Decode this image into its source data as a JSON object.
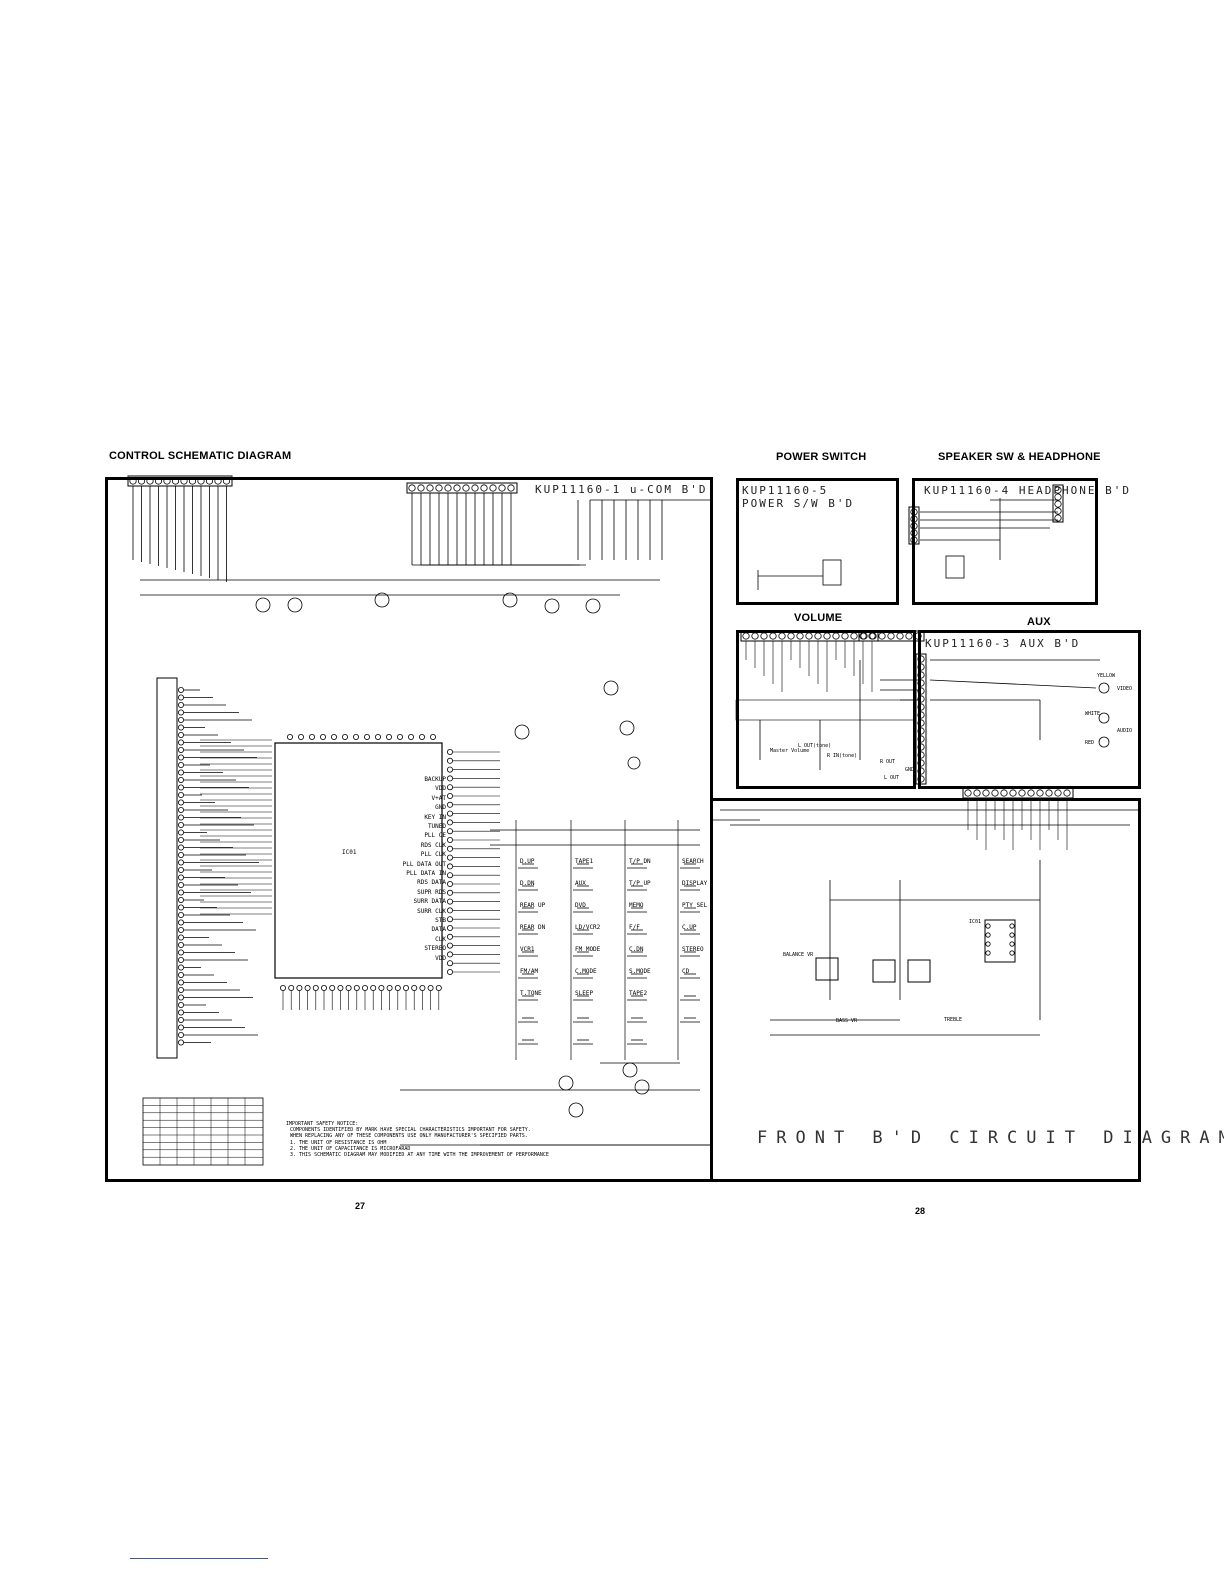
{
  "headings": {
    "control": "CONTROL SCHEMATIC DIAGRAM",
    "power": "POWER SWITCH",
    "speaker": "SPEAKER SW & HEADPHONE",
    "volume": "VOLUME",
    "aux": "AUX"
  },
  "boards": {
    "ucom": "KUP11160-1   u-COM B'D",
    "power": "KUP11160-5",
    "power_sub": "POWER S/W B'D",
    "headphone": "KUP11160-4   HEADPHONE B'D",
    "aux": "KUP11160-3   AUX B'D"
  },
  "front_title": "FRONT B'D CIRCUIT DIAGRAM",
  "page_left": "27",
  "page_right": "28",
  "ic_label": "IC01",
  "ic_right_pins": [
    "BACKUP",
    "VDD",
    "V+AT",
    "GND",
    "KEY IN",
    "TUNED",
    "PLL CE",
    "RDS CLK",
    "PLL CLK",
    "PLL DATA OUT",
    "PLL DATA IN",
    "RDS DATA",
    "SUPR RDS",
    "SURR DATA",
    "SURR CLK",
    "STB",
    "DATA",
    "CLK",
    "STEREO",
    "VDD"
  ],
  "switches": [
    "D.UP",
    "TAPE1",
    "T/P DN",
    "SEARCH",
    "D.DN",
    "AUX",
    "T/P UP",
    "DISPLAY",
    "REAR UP",
    "DVD",
    "MEMO",
    "PTY SEL",
    "REAR DN",
    "LD/VCR2",
    "F/F",
    "C.UP",
    "VCR1",
    "FM MODE",
    "C.DN",
    "STEREO",
    "FM/AM",
    "C.MODE",
    "S.MODE",
    "CD",
    "T.TONE",
    "SLEEP",
    "TAPE2"
  ],
  "volume_labels": [
    "L OUT(tone)",
    "R IN(tone)",
    "R OUT",
    "GND",
    "L OUT",
    "Master Volume"
  ],
  "aux_labels": [
    "YELLOW",
    "VIDEO",
    "AUDIO",
    "WHITE",
    "RED"
  ],
  "front_labels": [
    "BALANCE VR",
    "BASS VR",
    "TREBLE",
    "IC01"
  ],
  "notes": [
    "IMPORTANT SAFETY NOTICE:",
    "COMPONENTS IDENTIFIED BY MARK HAVE SPECIAL CHARACTERISTICS IMPORTANT FOR SAFETY.",
    "WHEN REPLACING ANY OF THESE COMPONENTS USE ONLY MANUFACTURER'S SPECIFIED PARTS.",
    "1. THE UNIT OF RESISTANCE IS OHM",
    "2. THE UNIT OF CAPACITANCE IS MICROFARAD",
    "3. THIS SCHEMATIC DIAGRAM MAY MODIFIED AT ANY TIME WITH THE IMPROVEMENT OF PERFORMANCE"
  ]
}
